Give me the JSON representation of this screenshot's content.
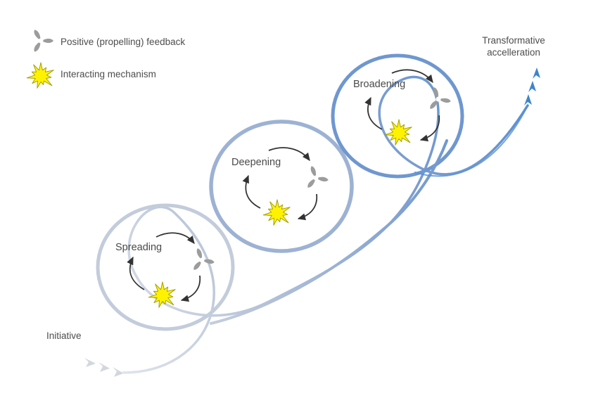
{
  "legend": {
    "feedback": {
      "label": "Positive (propelling) feedback",
      "icon": "propeller-icon"
    },
    "mechanism": {
      "label": "Interacting mechanism",
      "icon": "starburst-icon"
    }
  },
  "stages": [
    {
      "label": "Spreading",
      "color": "#c3ccdb"
    },
    {
      "label": "Deepening",
      "color": "#9db2d3"
    },
    {
      "label": "Broadening",
      "color": "#6f97cf"
    }
  ],
  "start_label": "Initiative",
  "end_label": [
    "Transformative",
    "accelleration"
  ],
  "colors": {
    "mechanism_fill": "#fff200",
    "mechanism_stroke": "#a6a000",
    "propeller": "#9c9c9c",
    "cycle_arrow": "#333333",
    "end_arrow": "#3f86c7",
    "start_arrow": "#d3d7dd"
  }
}
